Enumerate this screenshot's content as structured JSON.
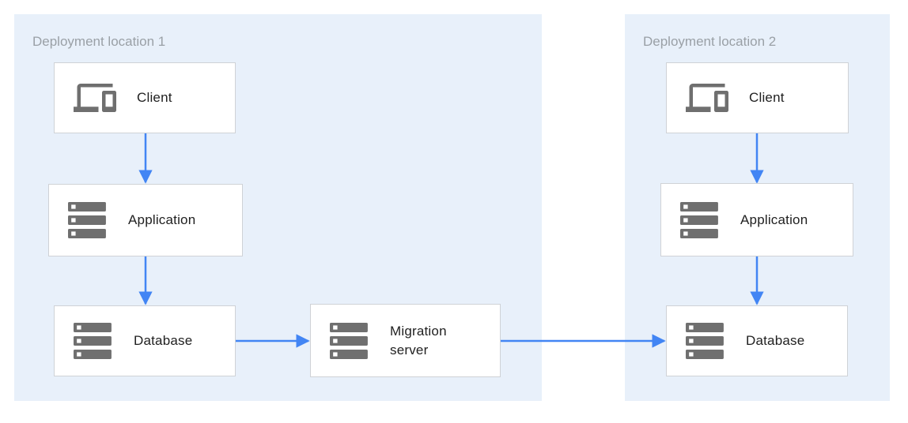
{
  "zones": [
    {
      "label": "Deployment location 1"
    },
    {
      "label": "Deployment location 2"
    }
  ],
  "nodes": [
    {
      "id": "client-1",
      "label": "Client",
      "icon": "devices-icon"
    },
    {
      "id": "application-1",
      "label": "Application",
      "icon": "server-stack-icon"
    },
    {
      "id": "database-1",
      "label": "Database",
      "icon": "server-stack-icon"
    },
    {
      "id": "migration-server",
      "label": "Migration server",
      "icon": "server-stack-icon"
    },
    {
      "id": "client-2",
      "label": "Client",
      "icon": "devices-icon"
    },
    {
      "id": "application-2",
      "label": "Application",
      "icon": "server-stack-icon"
    },
    {
      "id": "database-2",
      "label": "Database",
      "icon": "server-stack-icon"
    }
  ],
  "edges": [
    {
      "from": "client-1",
      "to": "application-1"
    },
    {
      "from": "application-1",
      "to": "database-1"
    },
    {
      "from": "database-1",
      "to": "migration-server"
    },
    {
      "from": "migration-server",
      "to": "database-2"
    },
    {
      "from": "client-2",
      "to": "application-2"
    },
    {
      "from": "application-2",
      "to": "database-2"
    }
  ],
  "colors": {
    "zone_background": "#E8F0FA",
    "zone_label": "#9AA0A6",
    "node_background": "#FFFFFF",
    "node_border": "#CFD2D6",
    "node_text": "#212121",
    "icon_gray": "#6F6F6F",
    "arrow_blue": "#4285F4"
  }
}
